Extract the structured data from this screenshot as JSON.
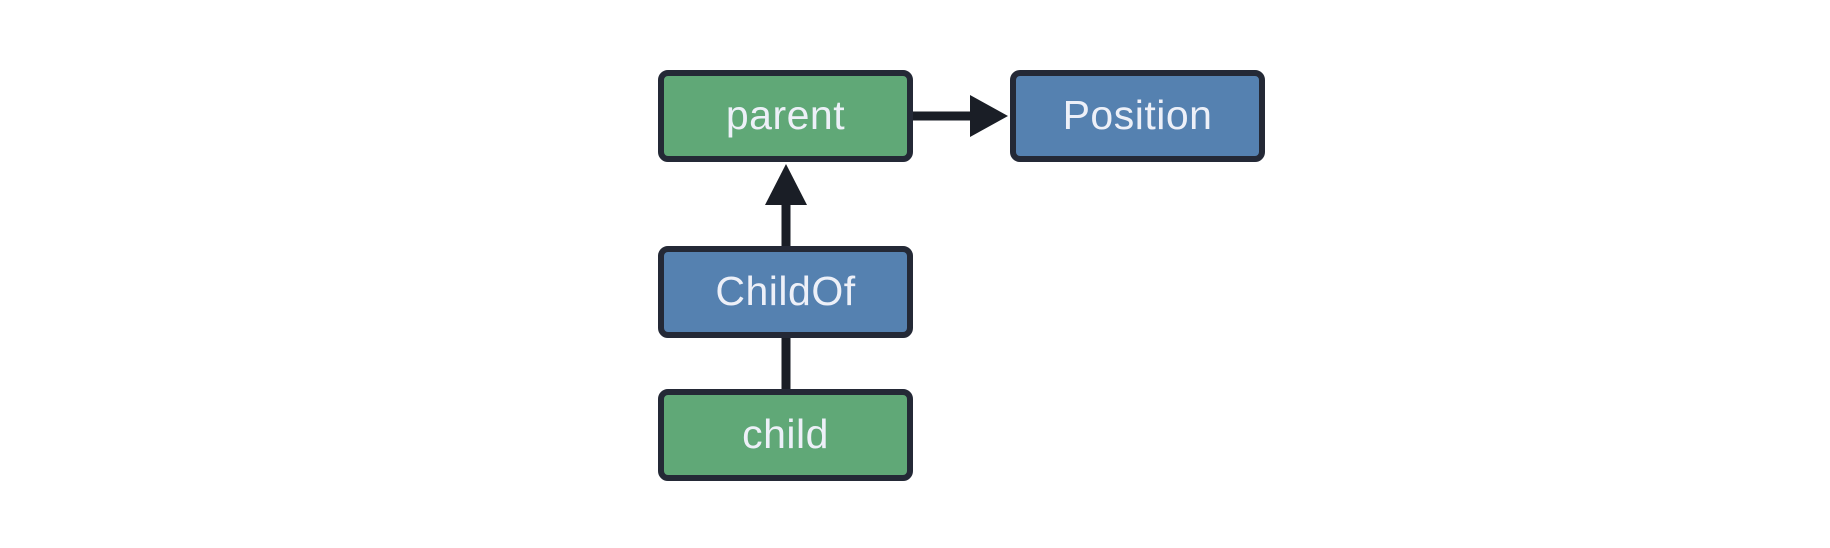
{
  "diagram": {
    "background": "#ffffff",
    "border_color": "#242936",
    "arrow_color": "#1a1e26",
    "text_color": "#edf0f8",
    "palette": {
      "green": "#60a877",
      "blue": "#5581b0"
    },
    "nodes": [
      {
        "id": "parent",
        "label": "parent",
        "fill": "green"
      },
      {
        "id": "Position",
        "label": "Position",
        "fill": "blue"
      },
      {
        "id": "ChildOf",
        "label": "ChildOf",
        "fill": "blue"
      },
      {
        "id": "child",
        "label": "child",
        "fill": "green"
      }
    ],
    "edges": [
      {
        "from": "parent",
        "to": "Position",
        "arrow": true
      },
      {
        "from": "ChildOf",
        "to": "parent",
        "arrow": true
      },
      {
        "from": "child",
        "to": "ChildOf",
        "arrow": false
      }
    ]
  }
}
